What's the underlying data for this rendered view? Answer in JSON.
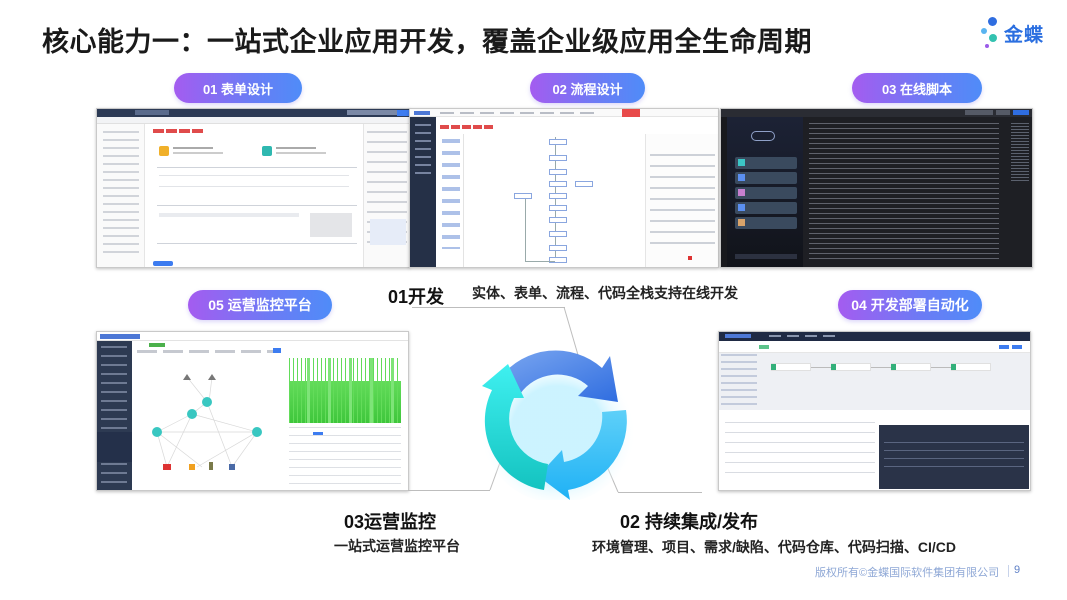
{
  "slide": {
    "title": "核心能力一：一站式企业应用开发，覆盖企业级应用全生命周期",
    "logo": {
      "text": "金蝶",
      "icon": "kingdee-dots-logo",
      "color": "#2b6fe0"
    },
    "footer": {
      "copyright": "版权所有©金蝶国际软件集团有限公司",
      "page": "9"
    }
  },
  "modules": [
    {
      "id": "01",
      "label": "01 表单设计",
      "screenshot": "form-designer"
    },
    {
      "id": "02",
      "label": "02 流程设计",
      "screenshot": "workflow-designer"
    },
    {
      "id": "03",
      "label": "03 在线脚本",
      "screenshot": "online-script-ide"
    },
    {
      "id": "05",
      "label": "05 运营监控平台",
      "screenshot": "ops-monitor-platform"
    },
    {
      "id": "04",
      "label": "04 开发部署自动化",
      "screenshot": "devops-pipeline"
    }
  ],
  "cycle": {
    "stage1": {
      "heading": "01开发",
      "desc": "实体、表单、流程、代码全栈支持在线开发"
    },
    "stage2": {
      "heading": "02 持续集成/发布",
      "desc": "环境管理、项目、需求/缺陷、代码仓库、代码扫描、CI/CD"
    },
    "stage3": {
      "heading": "03运营监控",
      "desc": "一站式运营监控平台"
    },
    "colors": {
      "top_arrow": "#3a7fe6",
      "right_arrow": "#35c3f5",
      "left_arrow": "#2ed8d8"
    }
  },
  "colors": {
    "pill_gradient_start": "#a45cf0",
    "pill_gradient_end": "#4f8cf8",
    "title": "#1a1a1a",
    "footer": "#8fa8d6"
  }
}
